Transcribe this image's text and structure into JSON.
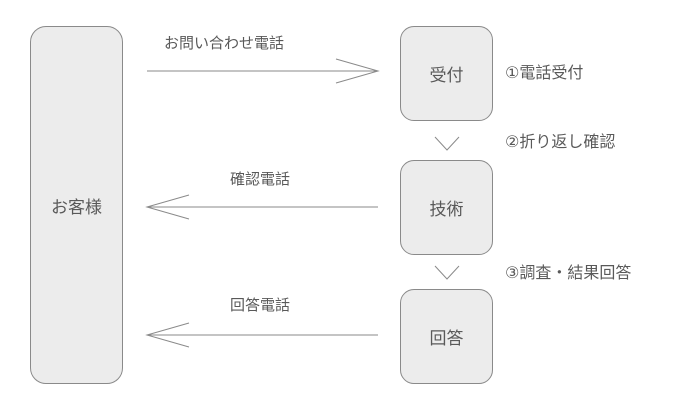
{
  "customer": {
    "label": "お客様"
  },
  "nodes": {
    "reception": "受付",
    "tech": "技術",
    "answer": "回答"
  },
  "edges": {
    "inquiry_call": "お問い合わせ電話",
    "confirm_call": "確認電話",
    "answer_call": "回答電話"
  },
  "steps": {
    "step1": "①電話受付",
    "step2": "②折り返し確認",
    "step3": "③調査・結果回答"
  },
  "colors": {
    "box_fill": "#ececec",
    "box_border": "#8a8a8a",
    "line": "#8a8a8a",
    "text": "#595959"
  }
}
